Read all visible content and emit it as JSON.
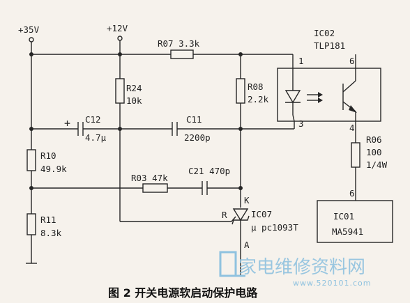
{
  "labels": {
    "v35": "+35V",
    "v12": "+12V",
    "r07": "R07 3.3k",
    "ic02": "IC02",
    "tlp": "TLP181",
    "r24a": "R24",
    "r24b": "10k",
    "r08a": "R08",
    "r08b": "2.2k",
    "pin1": "1",
    "pin6top": "6",
    "plus": "+",
    "c12a": "C12",
    "c12b": "4.7µ",
    "c11a": "C11",
    "c11b": "2200p",
    "pin3": "3",
    "pin4": "4",
    "r10a": "R10",
    "r10b": "49.9k",
    "r06a": "R06",
    "r06b": "100",
    "r06c": "1/4W",
    "r03": "R03 47k",
    "c21": "C21 470p",
    "k": "K",
    "pin6bot": "6",
    "r": "R",
    "ic07a": "IC07",
    "ic07b": "µ pc1093T",
    "ic01a": "IC01",
    "ic01b": "MA5941",
    "r11a": "R11",
    "r11b": "8.3k",
    "a": "A"
  },
  "watermark": {
    "text": "家电维修资料网",
    "url": "www.520101.com"
  },
  "caption": "图 2  开关电源软启动保护电路",
  "colors": {
    "line": "#262626",
    "background": "#f6f2ec",
    "watermark": "#8fc2df"
  }
}
